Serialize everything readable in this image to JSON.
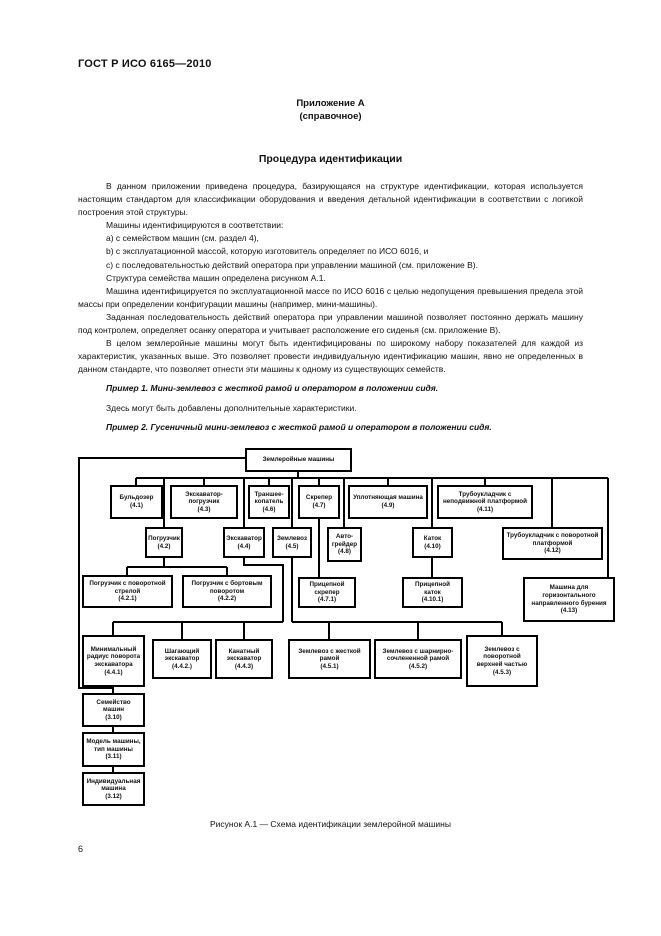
{
  "page": {
    "header": "ГОСТ Р ИСО 6165—2010",
    "page_number": "6"
  },
  "appendix": {
    "label": "Приложение А",
    "sublabel": "(справочное)",
    "title": "Процедура идентификации"
  },
  "paragraphs": [
    {
      "text": "В данном приложении приведена процедура, базирующаяся на структуре идентификации, которая используется настоящим стандартом для классификации оборудования и введения детальной идентификации в соответствии с логикой построения этой структуры."
    },
    {
      "text": "Машины идентифицируются в соответствии:"
    },
    {
      "text": "a) с семейством машин (см. раздел 4),"
    },
    {
      "text": "b) с эксплуатационной массой, которую изготовитель определяет по ИСО 6016, и"
    },
    {
      "text": "c) с последовательностью действий оператора при управлении машиной (см. приложение В)."
    },
    {
      "text": "Структура семейства машин определена рисунком А.1."
    },
    {
      "text": "Машина идентифицируется по эксплуатационной массе по ИСО 6016 с целью недопущения превышения предела этой массы при определении конфигурации машины (например, мини-машины)."
    },
    {
      "text": "Заданная последовательность действий оператора при управлении машиной позволяет постоянно держать машину под контролем, определяет осанку оператора и учитывает расположение его сиденья (см. приложение В)."
    },
    {
      "text": "В целом землеройные машины могут быть идентифицированы по широкому набору показателей для каждой из характеристик, указанных выше. Это позволяет провести индивидуальную идентификацию машин, явно не определенных в данном стандарте, что позволяет отнести эти машины к одному из существующих семейств."
    },
    {
      "text": "Пример 1. Мини-землевоз с жесткой рамой и оператором в положении сидя."
    },
    {
      "text": "Здесь могут быть добавлены дополнительные характеристики."
    },
    {
      "text": "Пример 2. Гусеничный мини-землевоз с жесткой рамой и оператором в положении сидя."
    }
  ],
  "figure": {
    "caption": "Рисунок А.1 — Схема идентификации землеройной машины"
  },
  "diagram": {
    "nodes": [
      {
        "id": "root",
        "label": "Землеройные машины",
        "code": ""
      },
      {
        "id": "4.1",
        "label": "Бульдозер",
        "code": "(4.1)"
      },
      {
        "id": "4.3",
        "label": "Экскаватор-погрузчик",
        "code": "(4.3)"
      },
      {
        "id": "4.6",
        "label": "Траншее-копатель",
        "code": "(4.6)"
      },
      {
        "id": "4.7",
        "label": "Скрепер",
        "code": "(4.7)"
      },
      {
        "id": "4.9",
        "label": "Уплотняющая машина",
        "code": "(4.9)"
      },
      {
        "id": "4.11",
        "label": "Трубоукладчик с неподвижной платформой",
        "code": "(4.11)"
      },
      {
        "id": "4.2",
        "label": "Погрузчик",
        "code": "(4.2)"
      },
      {
        "id": "4.4",
        "label": "Экскаватор",
        "code": "(4.4)"
      },
      {
        "id": "4.5",
        "label": "Землевоз",
        "code": "(4.5)"
      },
      {
        "id": "4.8",
        "label": "Авто-грейдер",
        "code": "(4.8)"
      },
      {
        "id": "4.10",
        "label": "Каток",
        "code": "(4.10)"
      },
      {
        "id": "4.12",
        "label": "Трубоукладчик с поворотной платформой",
        "code": "(4.12)"
      },
      {
        "id": "4.2.1",
        "label": "Погрузчик с поворотной стрелой",
        "code": "(4.2.1)"
      },
      {
        "id": "4.2.2",
        "label": "Погрузчик с бортовым поворотом",
        "code": "(4.2.2)"
      },
      {
        "id": "4.7.1",
        "label": "Прицепной скрепер",
        "code": "(4.7.1)"
      },
      {
        "id": "4.10.1",
        "label": "Прицепной каток",
        "code": "(4.10.1)"
      },
      {
        "id": "4.13",
        "label": "Машина для горизонтального направленного бурения",
        "code": "(4.13)"
      },
      {
        "id": "4.4.1",
        "label": "Минимальный радиус поворота экскаватора",
        "code": "(4.4.1)"
      },
      {
        "id": "4.4.2",
        "label": "Шагающий экскаватор",
        "code": "(4.4.2.)"
      },
      {
        "id": "4.4.3",
        "label": "Канатный экскаватор",
        "code": "(4.4.3)"
      },
      {
        "id": "4.5.1",
        "label": "Землевоз с жесткой рамой",
        "code": "(4.5.1)"
      },
      {
        "id": "4.5.2",
        "label": "Землевоз с шарнирно-сочлененной рамой",
        "code": "(4.5.2)"
      },
      {
        "id": "4.5.3",
        "label": "Землевоз с поворотной верхней частью",
        "code": "(4.5.3)"
      },
      {
        "id": "3.10",
        "label": "Семейство машин",
        "code": "(3.10)"
      },
      {
        "id": "3.11",
        "label": "Модель машины, тип машины",
        "code": "(3.11)"
      },
      {
        "id": "3.12",
        "label": "Индивидуальная машина",
        "code": "(3.12)"
      }
    ]
  }
}
